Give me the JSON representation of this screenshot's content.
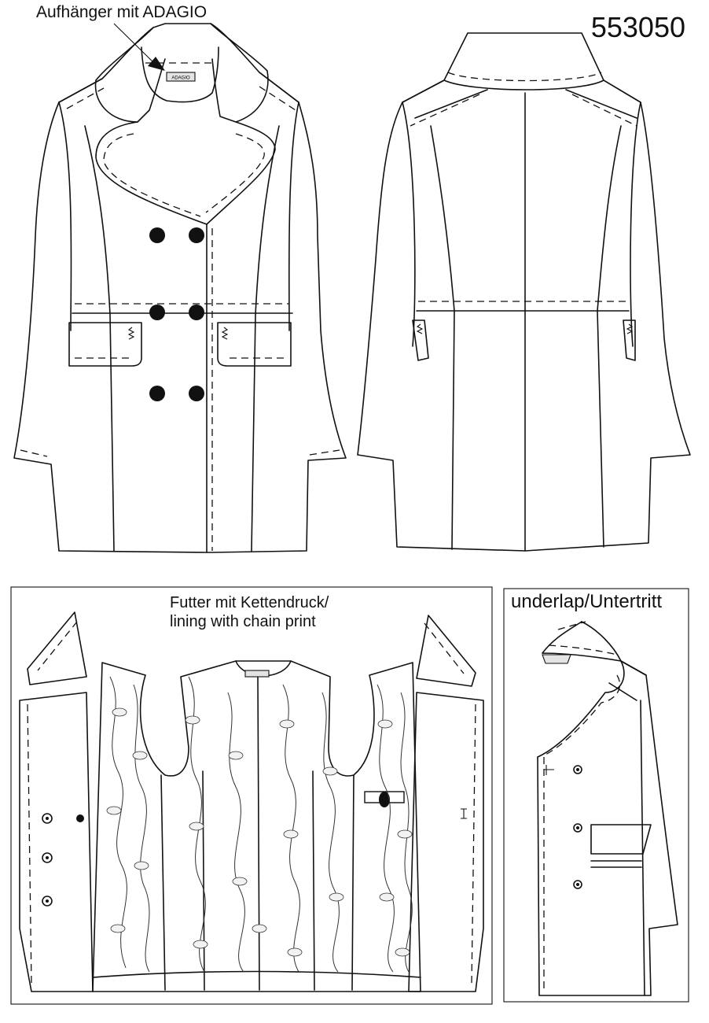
{
  "annotations": {
    "hanger_label": "Aufhänger mit ADAGIO",
    "article_number": "553050",
    "lining_label_line1": "Futter mit Kettendruck/",
    "lining_label_line2": "lining with chain print",
    "underlap_label": "underlap/Untertritt"
  },
  "hang_tag": {
    "text": "ADAGIO"
  },
  "colors": {
    "line": "#111111",
    "background": "#ffffff",
    "tag_fill": "#e4e4e4"
  }
}
